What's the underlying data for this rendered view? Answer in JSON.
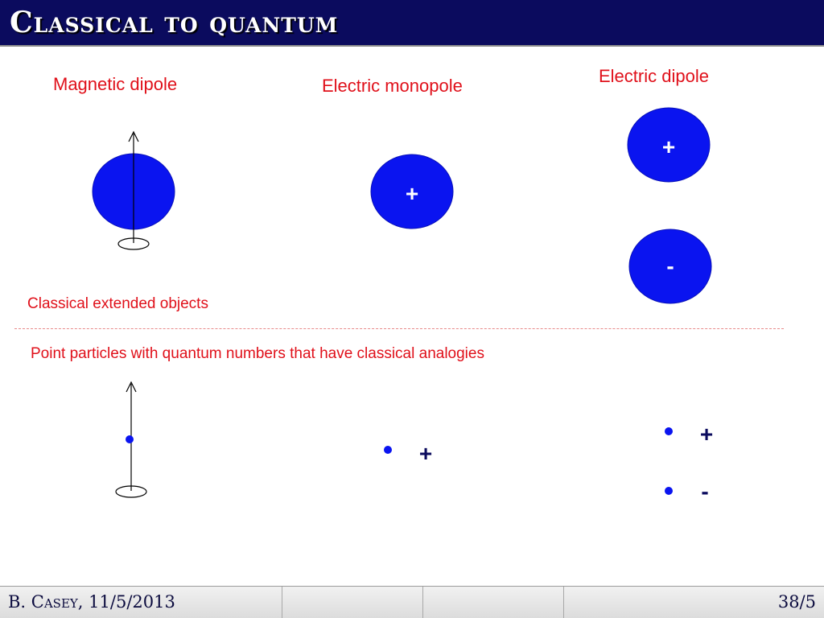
{
  "slide": {
    "title": "Classical to quantum"
  },
  "labels": {
    "magnetic_dipole": "Magnetic dipole",
    "electric_monopole": "Electric monopole",
    "electric_dipole": "Electric dipole",
    "classical_extended": "Classical extended objects",
    "point_particles": "Point particles with quantum numbers that have classical analogies"
  },
  "signs": {
    "monopole_plus": "+",
    "dipole_plus": "+",
    "dipole_minus": "-",
    "point_monopole_plus": "+",
    "point_dipole_plus": "+",
    "point_dipole_minus": "-"
  },
  "footer": {
    "author_date": "B. Casey, 11/5/2013",
    "page": "38/5"
  },
  "colors": {
    "title_bar": "#0b0b5e",
    "sphere_blue": "#0a14f0",
    "label_red": "#e0101a"
  }
}
